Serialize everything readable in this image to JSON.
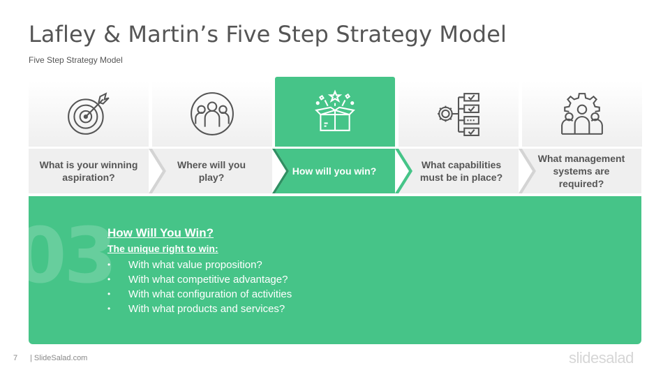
{
  "slide": {
    "title": "Lafley & Martin’s Five Step Strategy Model",
    "subtitle": "Five Step Strategy Model"
  },
  "steps": [
    {
      "label": "What is your winning aspiration?",
      "icon": "target-arrow-icon",
      "active": false
    },
    {
      "label": "Where will you play?",
      "icon": "team-circle-icon",
      "active": false
    },
    {
      "label": "How will you win?",
      "icon": "open-box-stars-icon",
      "active": true
    },
    {
      "label": "What capabilities must be in place?",
      "icon": "gear-checklist-icon",
      "active": false
    },
    {
      "label": "What management systems are required?",
      "icon": "gear-team-icon",
      "active": false
    }
  ],
  "detail": {
    "number": "03",
    "heading": "How Will You Win?",
    "subheading": "The unique right to win:",
    "bullets": [
      "With what value proposition?",
      "With what competitive advantage?",
      "With what configuration of activities",
      "With what products and services?"
    ]
  },
  "footer": {
    "page_number": "7",
    "site": "| SlideSalad.com",
    "brand": "slidesalad"
  },
  "colors": {
    "accent": "#46c488",
    "text": "#555555",
    "inactive_bg": "#efefef"
  }
}
